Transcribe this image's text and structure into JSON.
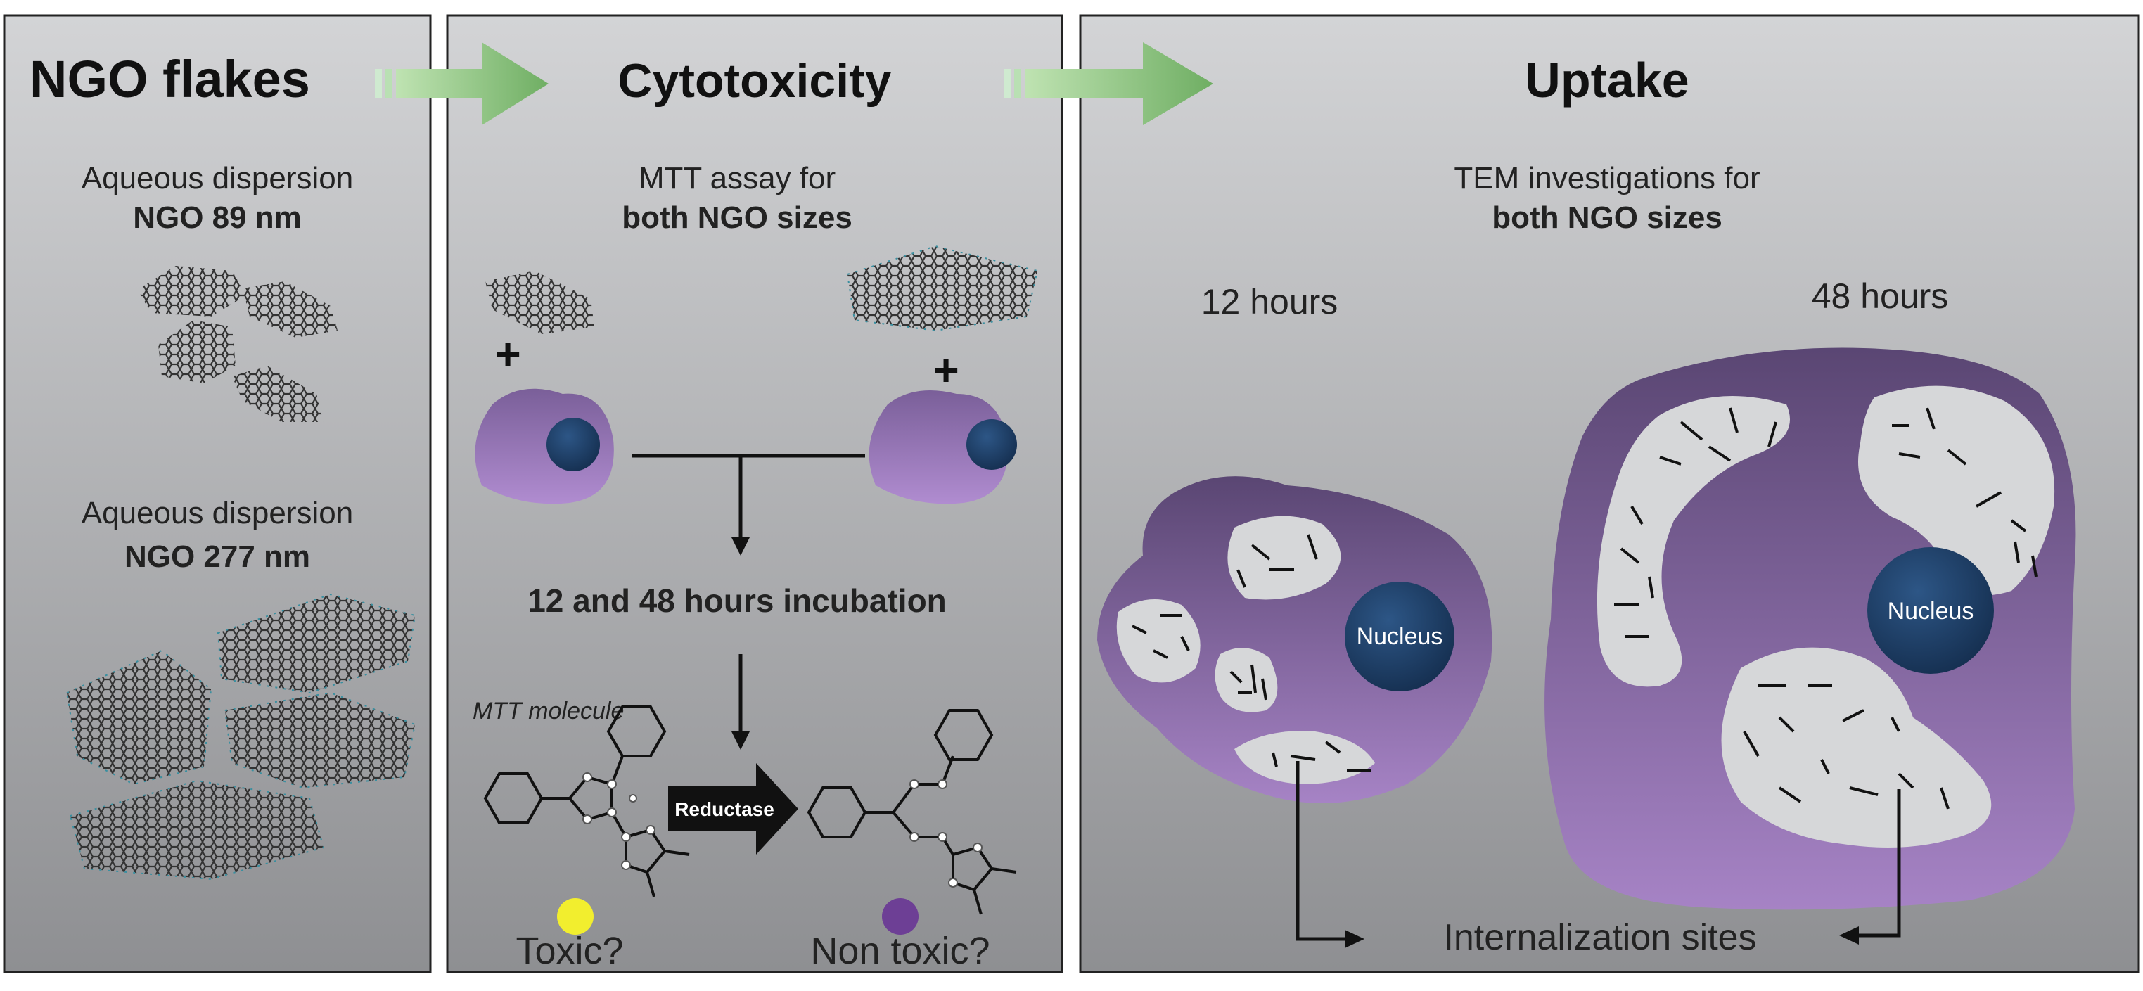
{
  "panels": {
    "ngo": {
      "title": "NGO flakes",
      "small_label": "Aqueous dispersion",
      "small_size": "NGO 89 nm",
      "large_label": "Aqueous dispersion",
      "large_size": "NGO 277 nm"
    },
    "cyto": {
      "title": "Cytotoxicity",
      "assay_line1": "MTT assay for",
      "assay_line2": "both NGO sizes",
      "plus": "+",
      "incubation": "12 and 48 hours incubation",
      "molecule_label": "MTT molecule",
      "enzyme": "Reductase",
      "toxic": "Toxic?",
      "non_toxic": "Non toxic?"
    },
    "uptake": {
      "title": "Uptake",
      "tem_line1": "TEM investigations for",
      "tem_line2": "both NGO sizes",
      "time_12": "12 hours",
      "time_48": "48 hours",
      "nucleus": "Nucleus",
      "sites": "Internalization sites"
    }
  },
  "colors": {
    "panel_top": "#cfd0d2",
    "panel_bottom": "#8c8d90",
    "arrow_green": "#8cc47e",
    "cell_purple_dark": "#5f4a7a",
    "cell_purple_light": "#a27fc0",
    "nucleus_blue": "#1e3f66",
    "vesicle_gray": "#d6d7d9",
    "yellow_dot": "#f2ee2e",
    "purple_dot": "#6d3f95"
  }
}
